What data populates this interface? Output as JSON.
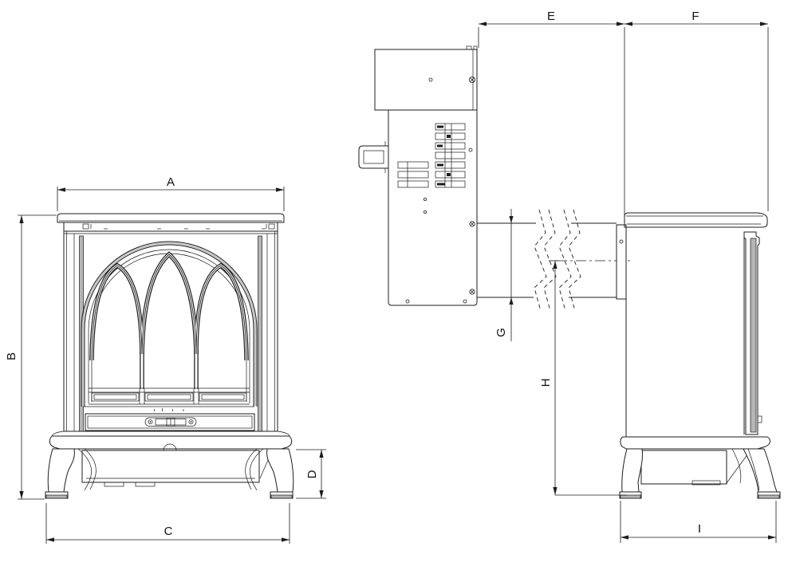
{
  "dimensions": {
    "A": "A",
    "B": "B",
    "C": "C",
    "D": "D",
    "E": "E",
    "F": "F",
    "G": "G",
    "H": "H",
    "I": "I"
  },
  "colors": {
    "line": "#1c1c1c",
    "label": "#101020",
    "glass": "#b5b5b5",
    "shade": "#c6c6c6",
    "background": "#ffffff"
  }
}
